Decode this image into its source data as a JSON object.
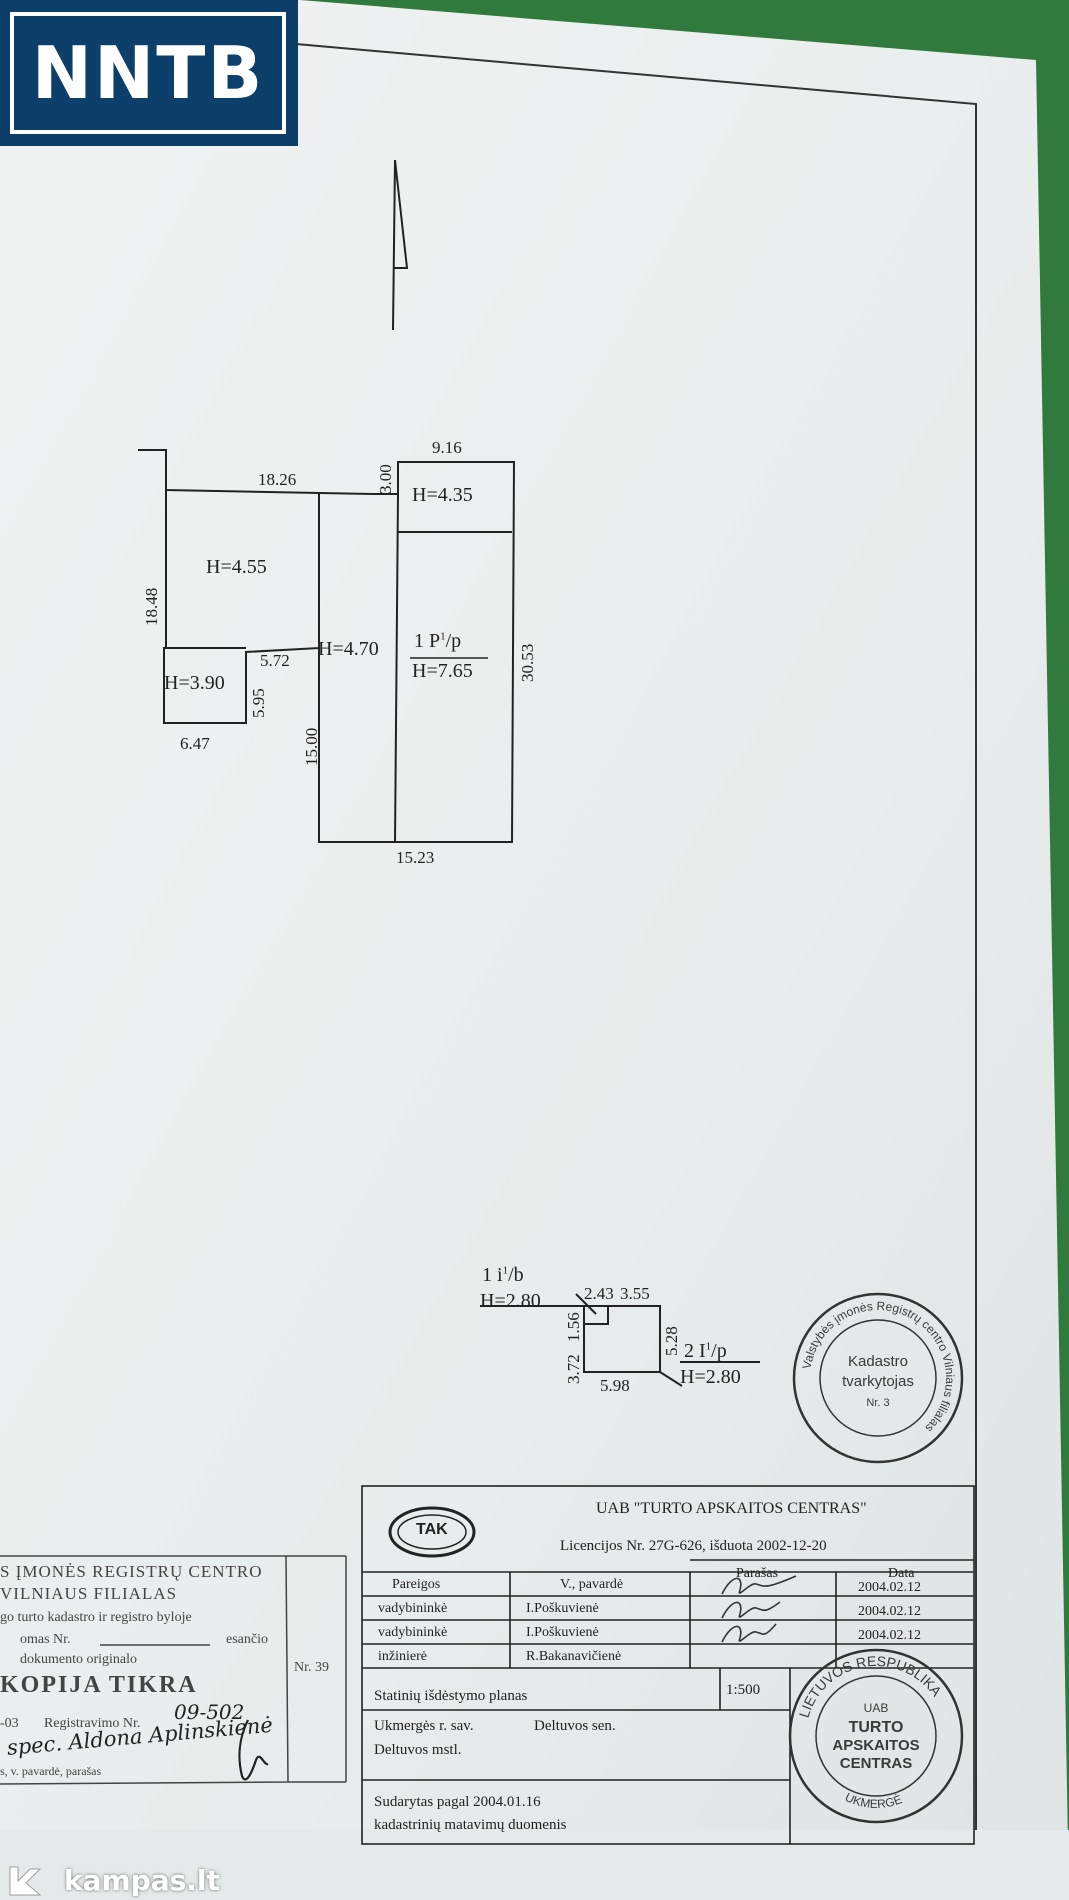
{
  "badge": {
    "text": "NNTB"
  },
  "plan": {
    "dims": {
      "d_9_16": "9.16",
      "d_3_00": "3.00",
      "d_18_26": "18.26",
      "d_18_48": "18.48",
      "d_30_53": "30.53",
      "d_5_72": "5.72",
      "d_5_95": "5.95",
      "d_6_47": "6.47",
      "d_15_00": "15.00",
      "d_15_23": "15.23"
    },
    "heights": {
      "h_4_35": "H=4.35",
      "h_4_55": "H=4.55",
      "h_4_70": "H=4.70",
      "h_3_90": "H=3.90",
      "label_1p": "1 P",
      "label_1p_sup": "1",
      "label_1p_sub": "/p",
      "h_7_65": "H=7.65"
    }
  },
  "small_plan": {
    "label_1i": "1 i",
    "label_1i_sup": "1",
    "label_1i_sub": "/b",
    "h1": "H=2.80",
    "d_2_43": "2.43",
    "d_3_55": "3.55",
    "d_5_28": "5.28",
    "d_3_72": "3.72",
    "d_1_56": "1.56",
    "d_5_98": "5.98",
    "label_2i": "2 I",
    "label_2i_sup": "1",
    "label_2i_sub": "/p",
    "h2": "H=2.80"
  },
  "stamp_kadastro": {
    "ring_text": "Valstybės įmonės Registrų centro Vilniaus filialas",
    "line1": "Kadastro",
    "line2": "tvarkytojas",
    "line3": "Nr. 3"
  },
  "title_block": {
    "logo_text": "TAK",
    "company": "UAB \"TURTO APSKAITOS CENTRAS\"",
    "licence": "Licencijos Nr. 27G-626, išduota 2002-12-20",
    "headers": [
      "Pareigos",
      "V., pavardė",
      "Parašas",
      "Data"
    ],
    "rows": [
      {
        "role": "vadybininkė",
        "name": "I.Poškuvienė",
        "date": "2004.02.12"
      },
      {
        "role": "vadybininkė",
        "name": "I.Poškuvienė",
        "date": "2004.02.12"
      },
      {
        "role": "inžinierė",
        "name": "R.Bakanavičienė",
        "date": "2004.02.12"
      }
    ],
    "doc_title": "Statinių išdėstymo planas",
    "scale": "1:500",
    "address_line1_a": "Ukmergės r. sav.",
    "address_line1_b": "Deltuvos sen.",
    "address_line2": "Deltuvos mstl.",
    "basis_line1": "Sudarytas pagal  2004.01.16",
    "basis_line2": "kadastrinių matavimų duomenis"
  },
  "stamp_tac": {
    "ring_text": "LIETUVOS RESPUBLIKA",
    "ring_bottom": "UKMERGĖ",
    "line1": "UAB",
    "line2": "TURTO",
    "line3": "APSKAITOS",
    "line4": "CENTRAS"
  },
  "copy_stamp": {
    "line1": "S ĮMONĖS REGISTRŲ CENTRO",
    "line2": "VILNIAUS FILIALAS",
    "line3": "go turto kadastro ir registro byloje",
    "line4a": "omas Nr.",
    "line4b": "esančio",
    "line5": "dokumento originalo",
    "line6": "KOPIJA TIKRA",
    "nr": "Nr. 39",
    "line7a": "-03",
    "line7b": "Registravimo Nr.",
    "handwritten_reg": "09-502",
    "handwritten_sign": "spec. Aldona Aplinskienė",
    "line8": "s, v. pavardė, parašas"
  },
  "watermark": {
    "text": "kampas.lt"
  },
  "colors": {
    "badge_bg": "#0d3f6b",
    "background": "#2f7a3c",
    "paper": "#eef0f0"
  }
}
